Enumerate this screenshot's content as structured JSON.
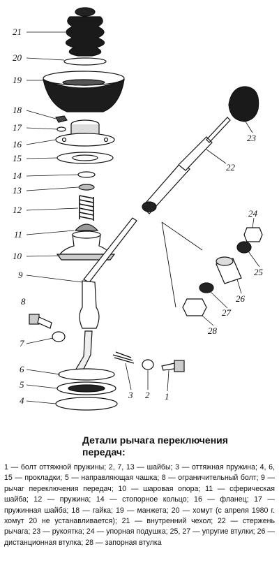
{
  "caption": {
    "title": "Детали рычага переключения передач:",
    "body": "1 — болт оттяжной пружины; 2, 7, 13 — шайбы; 3 — оттяжная пружина; 4, 6, 15 — прокладки; 5 — направляющая чашка; 8 — ограничительный болт; 9 — рычаг переключения передач; 10 — шаровая опора; 11 — сферическая шайба; 12 — пружина; 14 — стопорное кольцо; 16 — фланец; 17 — пружинная шайба; 18 — гайка; 19 — манжета; 20 — хомут (с апреля 1980 г. хомут 20 не устанавливается); 21 — внутренний чехол; 22 — стержень рычага; 23 — рукоятка; 24 — упорная подушка; 25, 27 — упругие втулки; 26 — дистанционная втулка; 28 — запорная втулка"
  },
  "labels": {
    "l1": "1",
    "l2": "2",
    "l3": "3",
    "l4": "4",
    "l5": "5",
    "l6": "6",
    "l7": "7",
    "l8": "8",
    "l9": "9",
    "l10": "10",
    "l11": "11",
    "l12": "12",
    "l13": "13",
    "l14": "14",
    "l15": "15",
    "l16": "16",
    "l17": "17",
    "l18": "18",
    "l19": "19",
    "l20": "20",
    "l21": "21",
    "l22": "22",
    "l23": "23",
    "l24": "24",
    "l25": "25",
    "l26": "26",
    "l27": "27",
    "l28": "28"
  }
}
